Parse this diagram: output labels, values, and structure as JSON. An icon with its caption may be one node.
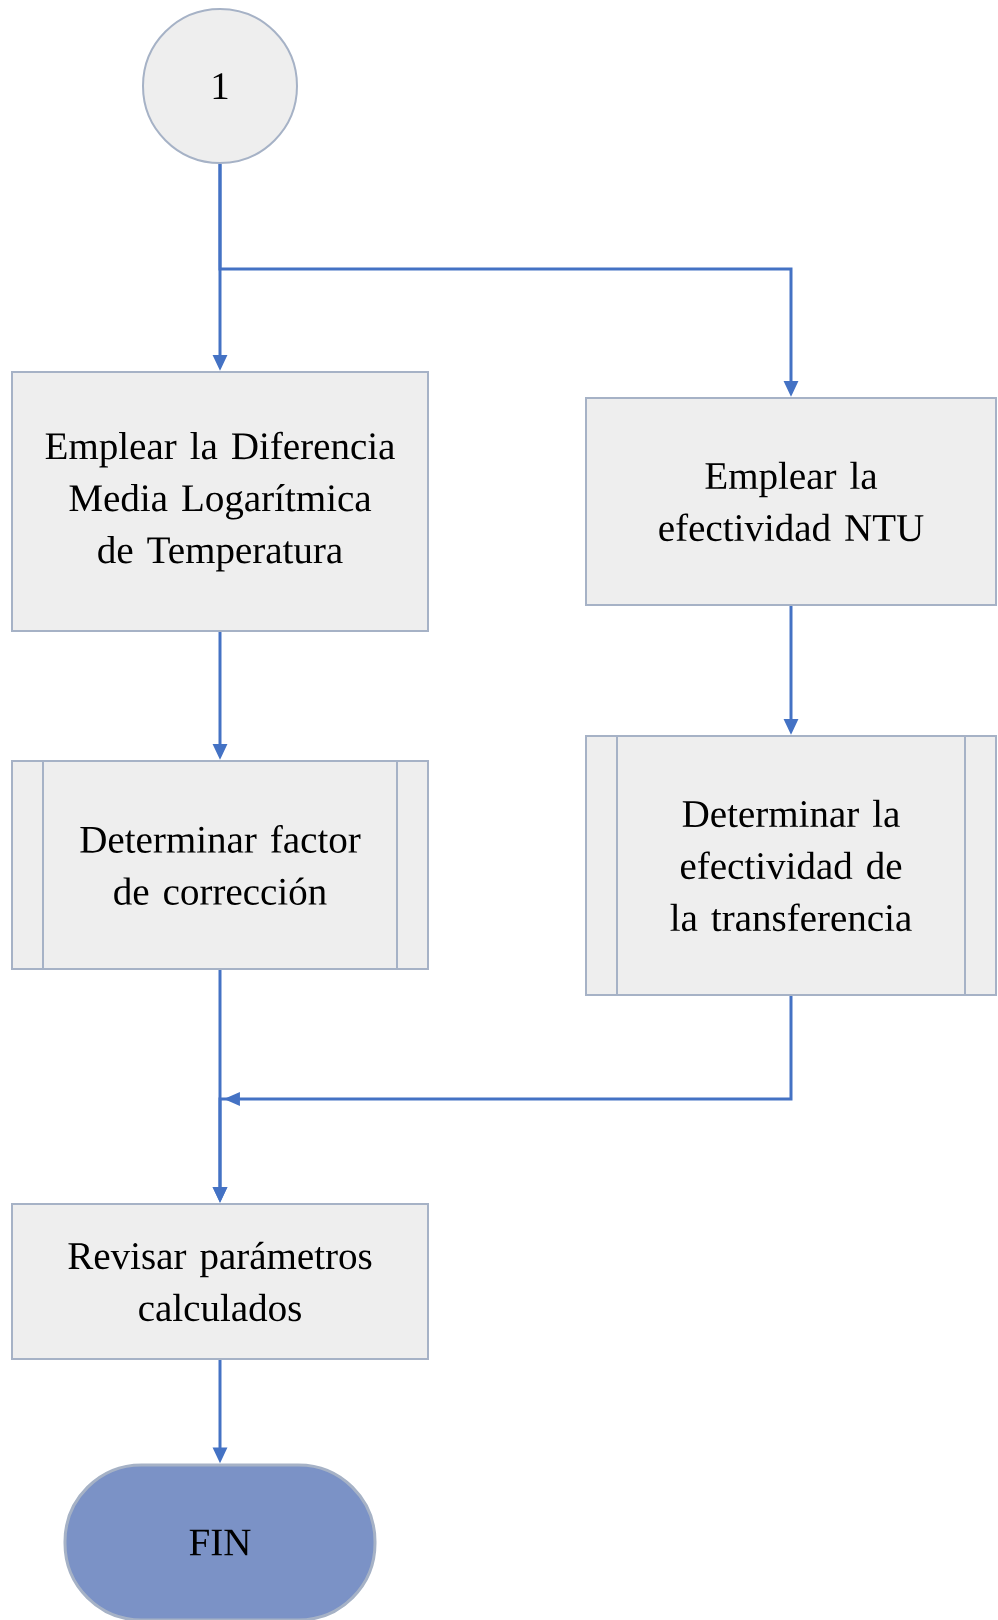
{
  "diagram": {
    "nodes": [
      {
        "text": [
          "1"
        ]
      },
      {
        "text": [
          "Emplear la Diferencia Media Logarítmica de Temperatura"
        ]
      },
      {
        "text": [
          "Emplear la efectividad NTU"
        ]
      },
      {
        "text": [
          "Determinar factor de corrección"
        ]
      },
      {
        "text": [
          "Determinar la efectividad de la transferencia"
        ]
      },
      {
        "text": [
          "Revisar parámetros calculados"
        ]
      },
      {
        "text": [
          "FIN"
        ]
      }
    ],
    "edges": [
      {
        "from": 0,
        "to": 1,
        "arrow": "to"
      },
      {
        "from": 0,
        "to": 2,
        "arrow": "to"
      },
      {
        "from": 1,
        "to": 3,
        "arrow": "to"
      },
      {
        "from": 2,
        "to": 4,
        "arrow": "to"
      },
      {
        "from": 3,
        "to": 5,
        "arrow": "to"
      },
      {
        "from": 4,
        "to": 5,
        "arrow": "to"
      },
      {
        "from": 5,
        "to": 6,
        "arrow": "to"
      }
    ]
  }
}
